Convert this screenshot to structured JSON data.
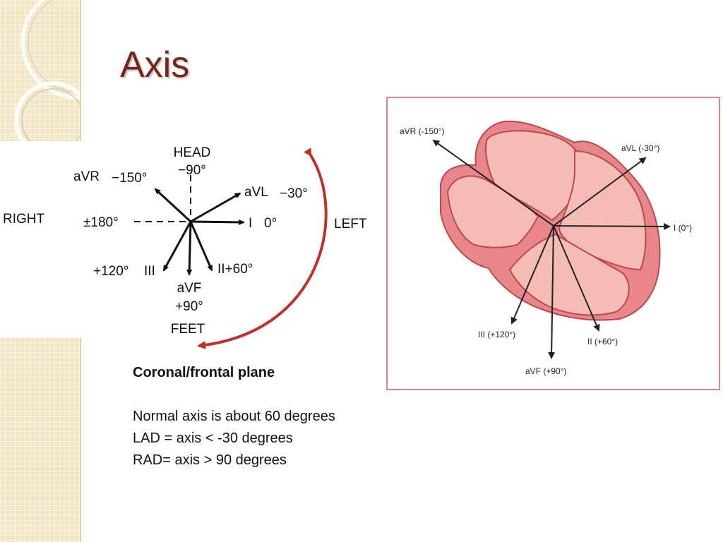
{
  "slide": {
    "title": "Axis"
  },
  "axis_diagram": {
    "head": "HEAD",
    "head_angle": "−90°",
    "avr": "aVR",
    "avr_angle": "−150°",
    "avl": "aVL",
    "avl_angle": "−30°",
    "right": "RIGHT",
    "left": "LEFT",
    "pm180": "±180°",
    "lead_i": "I",
    "lead_i_angle": "0°",
    "lead_iii_angle": "+120°",
    "lead_iii": "III",
    "lead_ii_label": "II+60°",
    "avf": "aVF",
    "avf_angle": "+90°",
    "feet": "FEET",
    "colors": {
      "arc": "#c0302a",
      "vector": "#111111"
    }
  },
  "heart_diagram": {
    "avr": "aVR (-150°)",
    "avl": "aVL (-30°)",
    "lead_i": "I (0°)",
    "lead_iii": "III (+120°)",
    "lead_ii": "II (+60°)",
    "avf": "aVF (+90°)",
    "colors": {
      "frame": "#d98686",
      "heart_outer": "#e8868a",
      "heart_chamber": "#f4bcb4",
      "heart_outline": "#b94a4e",
      "vector": "#222222"
    }
  },
  "notes": {
    "heading": "Coronal/frontal plane",
    "lines": [
      "Normal axis is about 60 degrees",
      "LAD = axis < -30 degrees",
      "RAD= axis > 90 degrees"
    ]
  }
}
